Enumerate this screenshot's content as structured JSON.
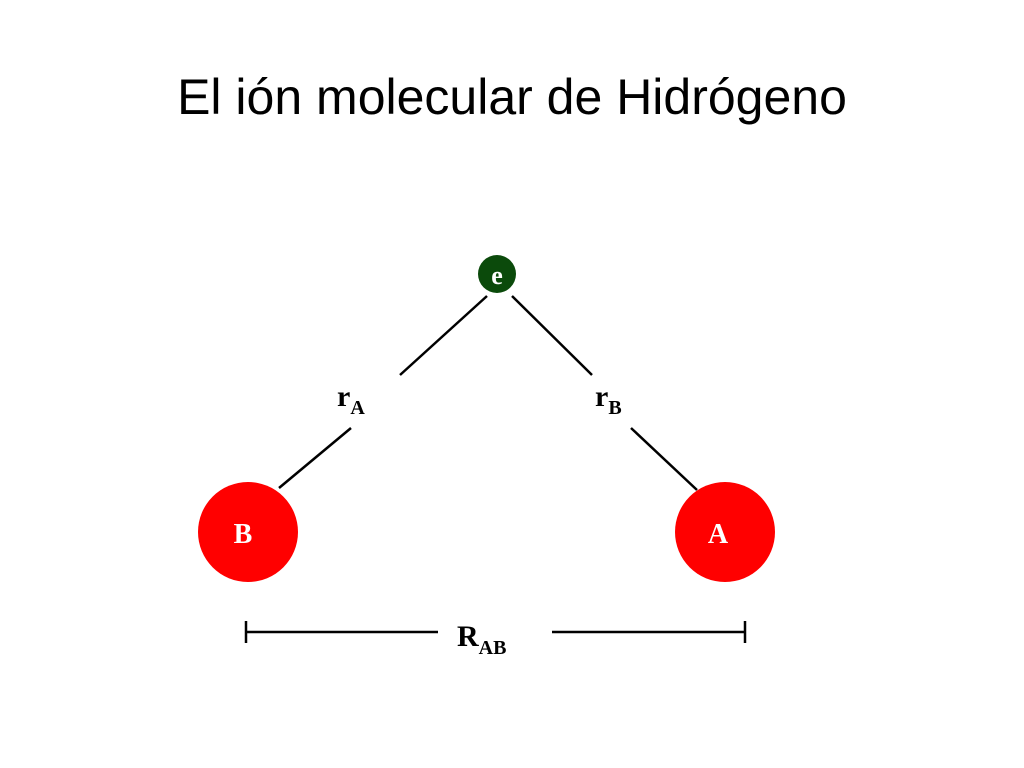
{
  "title": "El ión molecular de Hidrógeno",
  "electron": {
    "label": "e",
    "color": "#0b4a0b"
  },
  "nucleus_b": {
    "label": "B",
    "color": "#ff0000"
  },
  "nucleus_a": {
    "label": "A",
    "color": "#ff0000"
  },
  "distance_ra": {
    "main": "r",
    "sub": "A"
  },
  "distance_rb": {
    "main": "r",
    "sub": "B"
  },
  "distance_rab": {
    "main": "R",
    "sub": "AB"
  }
}
